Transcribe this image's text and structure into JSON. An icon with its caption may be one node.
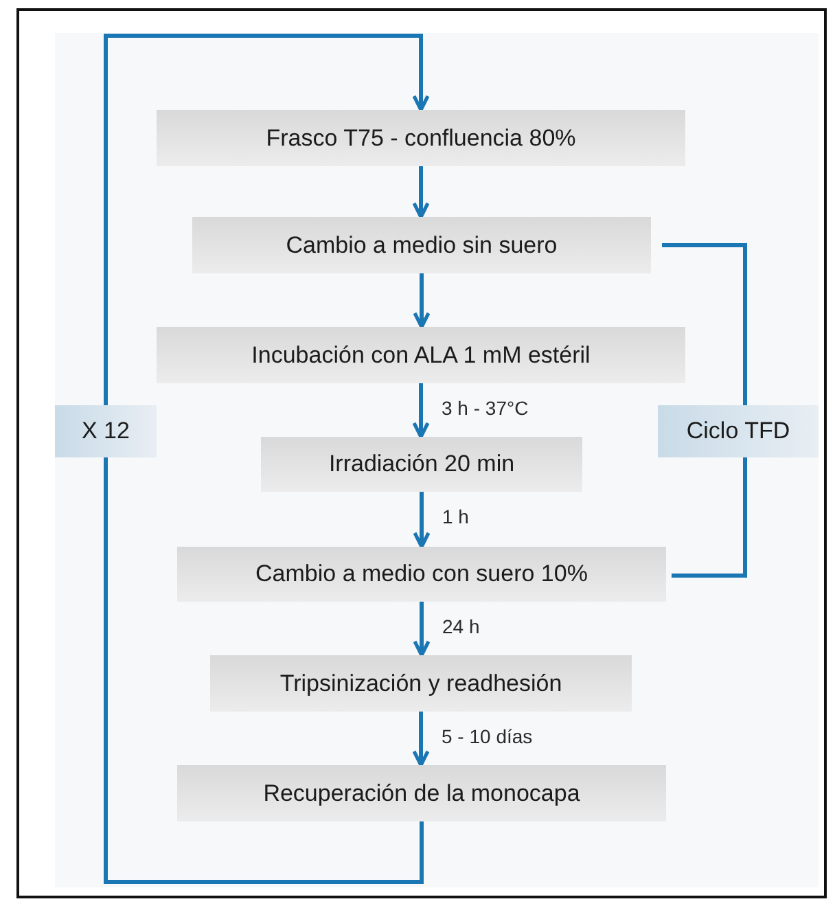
{
  "diagram": {
    "nodes": [
      {
        "text": [
          "Frasco T75 - confluencia 80%"
        ]
      },
      {
        "text": [
          "Cambio a medio sin suero"
        ]
      },
      {
        "text": [
          "Incubación con ALA 1 mM estéril"
        ]
      },
      {
        "text": [
          "Irradiación 20 min"
        ]
      },
      {
        "text": [
          "Cambio a medio con suero 10%"
        ]
      },
      {
        "text": [
          "Tripsinización y readhesión"
        ]
      },
      {
        "text": [
          "Recuperación de la monocapa"
        ]
      },
      {
        "text": [
          "X 12"
        ]
      },
      {
        "text": [
          "Ciclo TFD"
        ]
      }
    ],
    "edges": [
      {
        "from": 0,
        "to": 1,
        "arrow": "to"
      },
      {
        "from": 1,
        "to": 2,
        "arrow": "to"
      },
      {
        "from": 2,
        "to": 3,
        "arrow": "to",
        "label": "3 h - 37°C"
      },
      {
        "from": 3,
        "to": 4,
        "arrow": "to",
        "label": "1 h"
      },
      {
        "from": 4,
        "to": 5,
        "arrow": "to",
        "label": "24 h"
      },
      {
        "from": 5,
        "to": 6,
        "arrow": "to",
        "label": "5 - 10 días"
      },
      {
        "from": 6,
        "to": 7,
        "arrow": "none"
      },
      {
        "from": 7,
        "to": 0,
        "arrow": "to"
      },
      {
        "from": 1,
        "to": 8,
        "arrow": "none"
      },
      {
        "from": 8,
        "to": 4,
        "arrow": "none"
      }
    ]
  }
}
